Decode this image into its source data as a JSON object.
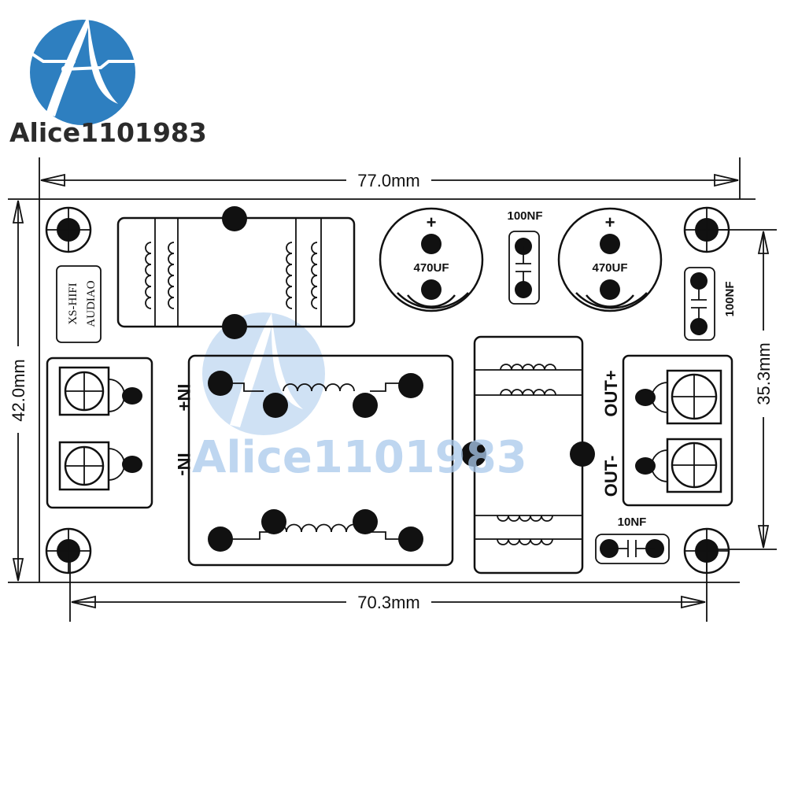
{
  "logo": {
    "text": "Alice1101983",
    "color": "#2e7fc0"
  },
  "watermark": {
    "text": "Alice1101983",
    "color": "#a9c9ec"
  },
  "dimensions": {
    "width": "77.0mm",
    "height": "42.0mm",
    "hole_spacing_x": "70.3mm",
    "hole_spacing_y": "35.3mm"
  },
  "board": {
    "silkscreen": {
      "line1": "XS-HIFI",
      "line2": "AUDIAO"
    },
    "capacitors": [
      {
        "label": "470UF",
        "polarity": "+"
      },
      {
        "label": "470UF",
        "polarity": "+"
      },
      {
        "label": "100NF"
      },
      {
        "label": "100NF"
      },
      {
        "label": "10NF"
      }
    ],
    "terminals": {
      "in_plus": "IN+",
      "in_minus": "IN-",
      "out_plus": "OUT+",
      "out_minus": "OUT-"
    }
  }
}
